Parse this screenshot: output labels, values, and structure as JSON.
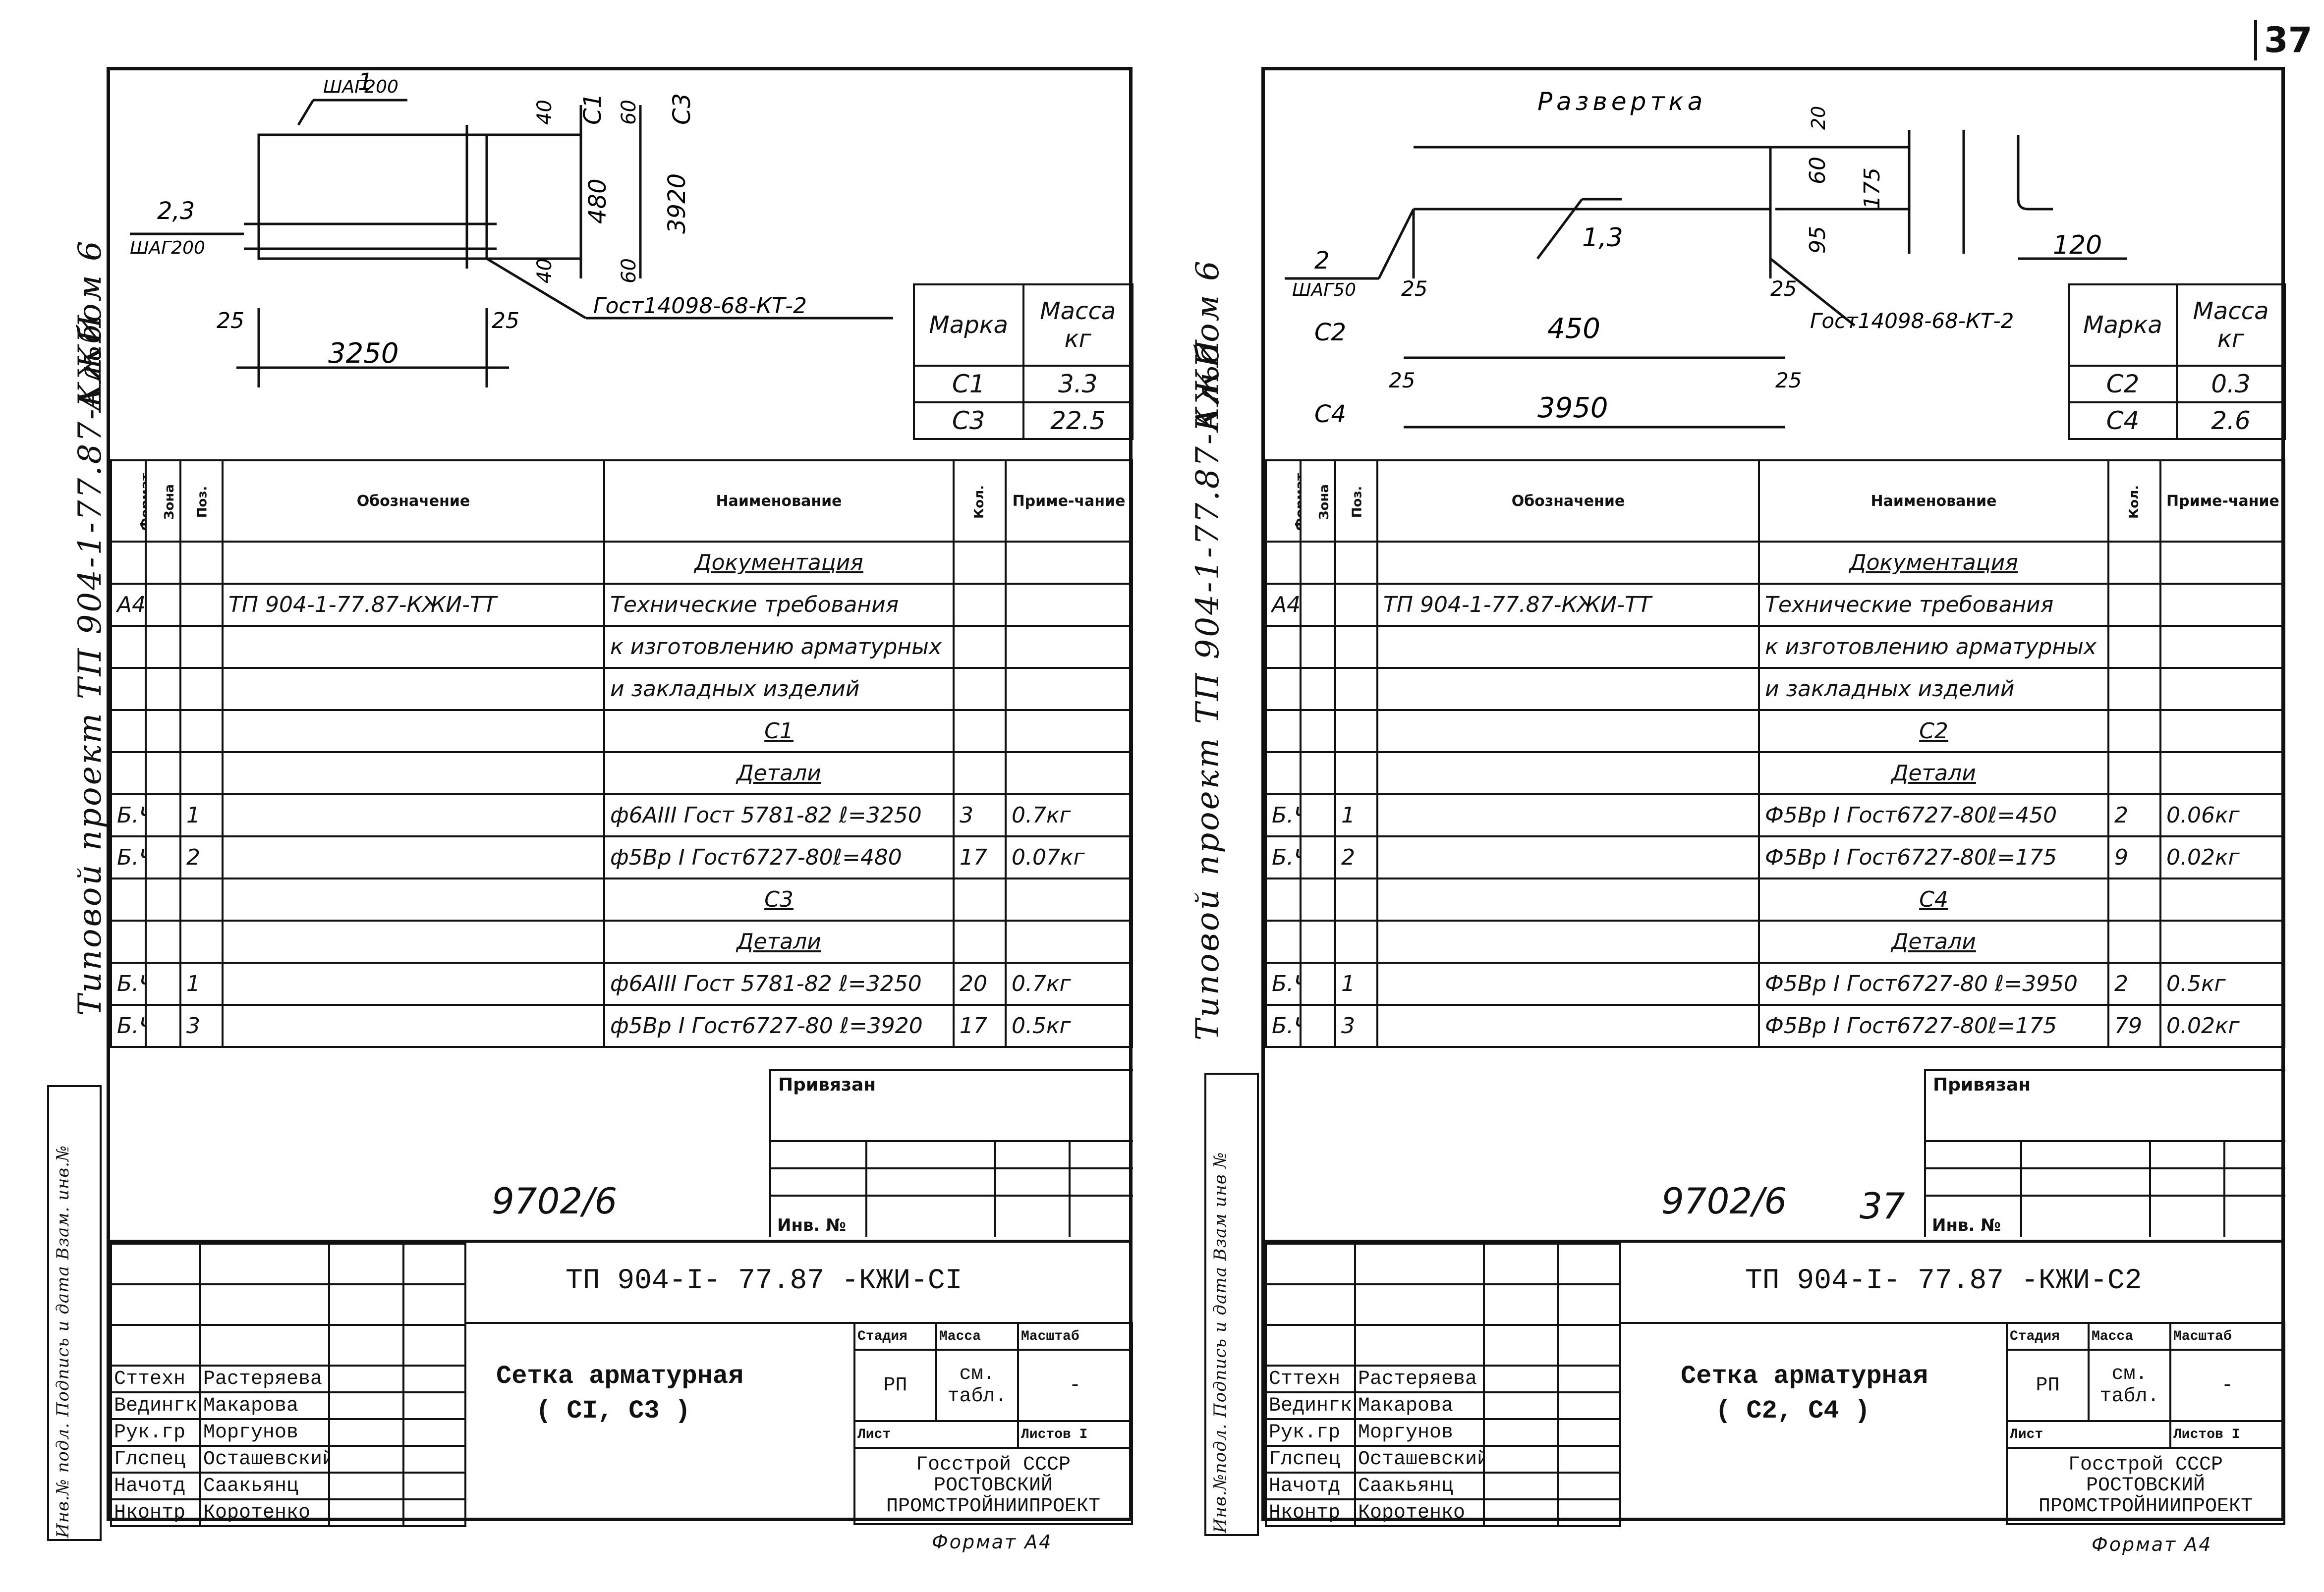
{
  "page": {
    "sheet_number": "37"
  },
  "margin": {
    "album": "Альбом 6",
    "project": "Типовой проект ТП 904-1-77.87-КЖИ",
    "right_album": "Альбом 6",
    "right_project": "Типовой проект ТП 904-1-77.87-КЖИ",
    "stamp_left": "Инв.№ подл.  Подпись и дата  Взам. инв.№",
    "stamp_right": "Инв.№подл.  Подпись и дата  Взам инв №"
  },
  "left": {
    "drawing": {
      "pos1": "1",
      "step1": "ШАГ200",
      "pos23": "2,3",
      "step23": "ШАГ200",
      "d25a": "25",
      "d25b": "25",
      "d3250": "3250",
      "gost": "Гост14098-68-КТ-2",
      "d40a": "40",
      "d480": "480",
      "d40b": "40",
      "dc1": "С1",
      "d60a": "60",
      "d3920": "3920",
      "d60b": "60",
      "dc3": "С3"
    },
    "mark_table": {
      "head_mark": "Марка",
      "head_mass": "Масса",
      "head_unit": "кг",
      "rows": [
        {
          "mark": "С1",
          "mass": "3.3"
        },
        {
          "mark": "С3",
          "mass": "22.5"
        }
      ]
    },
    "spec": {
      "headers": {
        "format": "Формат",
        "zone": "Зона",
        "pos": "Поз.",
        "designation": "Обозначение",
        "name": "Наименование",
        "qty": "Кол.",
        "note": "Приме-чание"
      },
      "rows": [
        {
          "format": "",
          "pos": "",
          "designation": "",
          "name": "Документация",
          "qty": "",
          "note": "",
          "center": true
        },
        {
          "format": "А4",
          "pos": "",
          "designation": "ТП 904-1-77.87-КЖИ-ТТ",
          "name": "Технические требования",
          "qty": "",
          "note": ""
        },
        {
          "format": "",
          "pos": "",
          "designation": "",
          "name": "к изготовлению арматурных",
          "qty": "",
          "note": ""
        },
        {
          "format": "",
          "pos": "",
          "designation": "",
          "name": "и закладных изделий",
          "qty": "",
          "note": ""
        },
        {
          "format": "",
          "pos": "",
          "designation": "",
          "name": "С1",
          "qty": "",
          "note": "",
          "center": true
        },
        {
          "format": "",
          "pos": "",
          "designation": "",
          "name": "Детали",
          "qty": "",
          "note": "",
          "center": true
        },
        {
          "format": "Б.Ч",
          "pos": "1",
          "designation": "",
          "name": "ф6АIII  Гост 5781-82 ℓ=3250",
          "qty": "3",
          "note": "0.7кг"
        },
        {
          "format": "Б.Ч",
          "pos": "2",
          "designation": "",
          "name": "ф5Вр I Гост6727-80ℓ=480",
          "qty": "17",
          "note": "0.07кг"
        },
        {
          "format": "",
          "pos": "",
          "designation": "",
          "name": "С3",
          "qty": "",
          "note": "",
          "center": true
        },
        {
          "format": "",
          "pos": "",
          "designation": "",
          "name": "Детали",
          "qty": "",
          "note": "",
          "center": true
        },
        {
          "format": "Б.Ч",
          "pos": "1",
          "designation": "",
          "name": "ф6АIII Гост 5781-82 ℓ=3250",
          "qty": "20",
          "note": "0.7кг"
        },
        {
          "format": "Б.Ч",
          "pos": "3",
          "designation": "",
          "name": "ф5Вр I Гост6727-80 ℓ=3920",
          "qty": "17",
          "note": "0.5кг"
        }
      ]
    },
    "privyazan": "Привязан",
    "inv_no": "Инв. №",
    "drawing_number": "9702/6",
    "title_block": {
      "code": "ТП 904-I- 77.87   -КЖИ-СI",
      "title_line1": "Сетка арматурная",
      "title_line2": "( СI, С3 )",
      "stage_label": "Стадия",
      "mass_label": "Масса",
      "scale_label": "Масштаб",
      "stage": "РП",
      "mass": "см. табл.",
      "scale": "-",
      "sheet_label": "Лист",
      "sheets_label": "Листов",
      "sheets": "I",
      "org1": "Госстрой СССР",
      "org2": "РОСТОВСКИЙ",
      "org3": "ПРОМСТРОЙНИИПРОЕКТ",
      "staff": [
        {
          "role": "Сттехн",
          "name": "Растеряева"
        },
        {
          "role": "Ведингк",
          "name": "Макарова"
        },
        {
          "role": "Рук.гр",
          "name": "Моргунов"
        },
        {
          "role": "Глспец",
          "name": "Осташевский"
        },
        {
          "role": "Начотд",
          "name": "Саакьянц"
        },
        {
          "role": "Нконтр",
          "name": "Коротенко"
        }
      ]
    },
    "format": "Формат А4"
  },
  "right": {
    "drawing": {
      "title": "Развертка",
      "pos13": "1,3",
      "pos2": "2",
      "step2": "ШАГ50",
      "c2": "С2",
      "c4": "С4",
      "d25a": "25",
      "d25b": "25",
      "d25c": "25",
      "d25d": "25",
      "d450": "450",
      "d3950": "3950",
      "gost": "Гост14098-68-КТ-2",
      "d20": "20",
      "d60": "60",
      "d95": "95",
      "d175": "175",
      "d120": "120"
    },
    "mark_table": {
      "head_mark": "Марка",
      "head_mass": "Масса",
      "head_unit": "кг",
      "rows": [
        {
          "mark": "С2",
          "mass": "0.3"
        },
        {
          "mark": "С4",
          "mass": "2.6"
        }
      ]
    },
    "spec": {
      "rows": [
        {
          "format": "",
          "pos": "",
          "designation": "",
          "name": "Документация",
          "qty": "",
          "note": "",
          "center": true
        },
        {
          "format": "А4",
          "pos": "",
          "designation": "ТП 904-1-77.87-КЖИ-ТТ",
          "name": "Технические требования",
          "qty": "",
          "note": ""
        },
        {
          "format": "",
          "pos": "",
          "designation": "",
          "name": "к изготовлению арматурных",
          "qty": "",
          "note": ""
        },
        {
          "format": "",
          "pos": "",
          "designation": "",
          "name": "и закладных изделий",
          "qty": "",
          "note": ""
        },
        {
          "format": "",
          "pos": "",
          "designation": "",
          "name": "С2",
          "qty": "",
          "note": "",
          "center": true
        },
        {
          "format": "",
          "pos": "",
          "designation": "",
          "name": "Детали",
          "qty": "",
          "note": "",
          "center": true
        },
        {
          "format": "Б.Ч",
          "pos": "1",
          "designation": "",
          "name": "Ф5Вр I Гост6727-80ℓ=450",
          "qty": "2",
          "note": "0.06кг"
        },
        {
          "format": "Б.Ч",
          "pos": "2",
          "designation": "",
          "name": "Ф5Вр I Гост6727-80ℓ=175",
          "qty": "9",
          "note": "0.02кг"
        },
        {
          "format": "",
          "pos": "",
          "designation": "",
          "name": "С4",
          "qty": "",
          "note": "",
          "center": true
        },
        {
          "format": "",
          "pos": "",
          "designation": "",
          "name": "Детали",
          "qty": "",
          "note": "",
          "center": true
        },
        {
          "format": "Б.Ч",
          "pos": "1",
          "designation": "",
          "name": "Ф5Вр I Гост6727-80 ℓ=3950",
          "qty": "2",
          "note": "0.5кг"
        },
        {
          "format": "Б.Ч",
          "pos": "3",
          "designation": "",
          "name": "Ф5Вр I Гост6727-80ℓ=175",
          "qty": "79",
          "note": "0.02кг"
        }
      ]
    },
    "privyazan": "Привязан",
    "inv_no": "Инв. №",
    "drawing_number": "9702/6",
    "page_mark": "37",
    "title_block": {
      "code": "ТП 904-I- 77.87   -КЖИ-С2",
      "title_line1": "Сетка арматурная",
      "title_line2": "( С2, С4 )",
      "stage": "РП",
      "mass": "см. табл.",
      "scale": "-",
      "sheets": "I",
      "org1": "Госстрой СССР",
      "org2": "РОСТОВСКИЙ",
      "org3": "ПРОМСТРОЙНИИПРОЕКТ",
      "staff": [
        {
          "role": "Сттехн",
          "name": "Растеряева"
        },
        {
          "role": "Ведингк",
          "name": "Макарова"
        },
        {
          "role": "Рук.гр",
          "name": "Моргунов"
        },
        {
          "role": "Глспец",
          "name": "Осташевский"
        },
        {
          "role": "Начотд",
          "name": "Саакьянц"
        },
        {
          "role": "Нконтр",
          "name": "Коротенко"
        }
      ]
    },
    "format": "Формат А4"
  }
}
